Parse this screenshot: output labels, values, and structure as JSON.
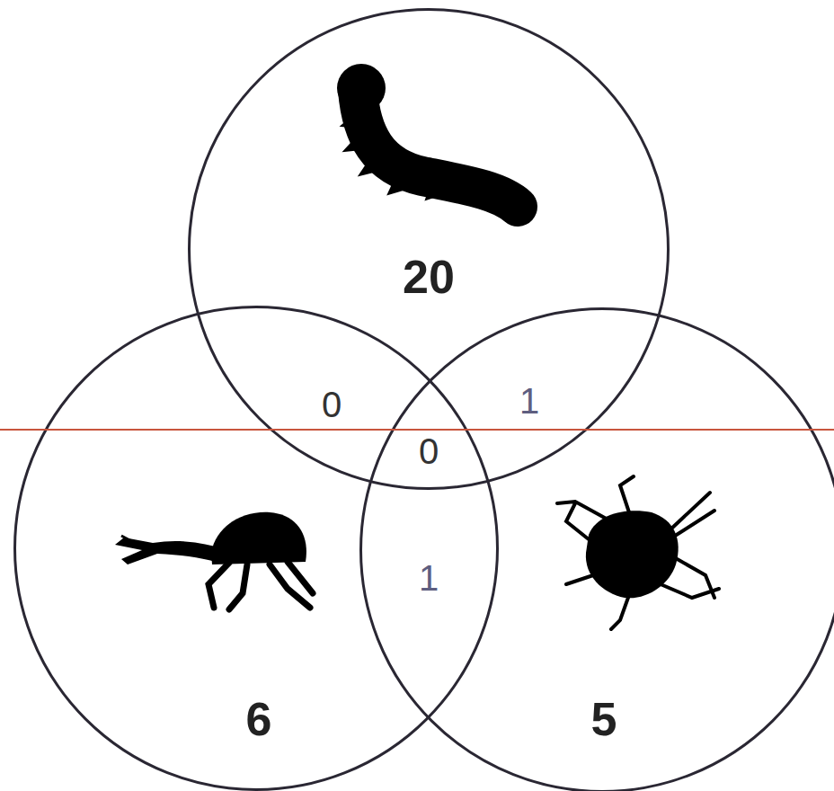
{
  "diagram": {
    "nodes": [
      {
        "text": [
          "20"
        ]
      },
      {
        "text": [
          "6"
        ]
      },
      {
        "text": [
          "5"
        ]
      }
    ],
    "labels": [
      "0",
      "1",
      "0",
      "1"
    ]
  }
}
